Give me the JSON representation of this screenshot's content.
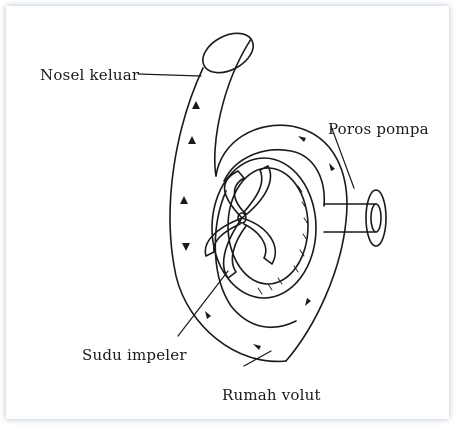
{
  "diagram": {
    "labels": {
      "outlet_nozzle": "Nosel keluar",
      "pump_shaft": "Poros pompa",
      "impeller_blade": "Sudu impeler",
      "volute_casing": "Rumah volut"
    }
  }
}
